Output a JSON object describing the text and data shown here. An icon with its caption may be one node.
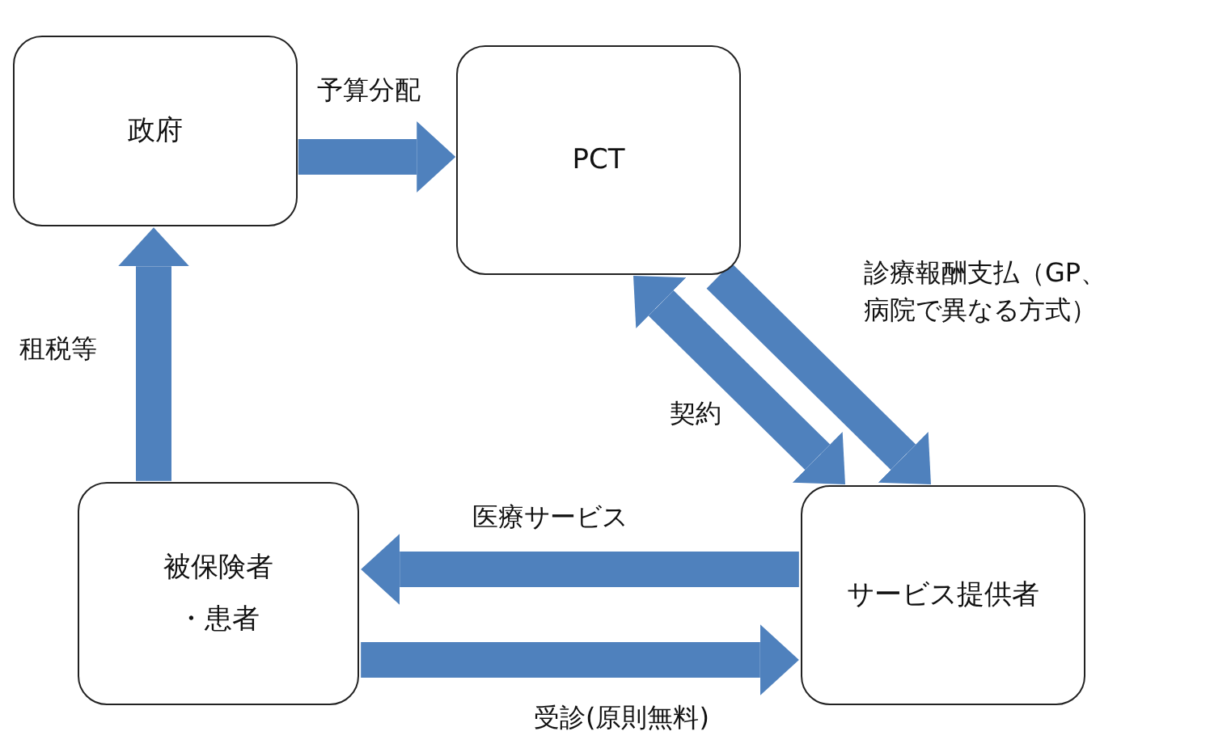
{
  "diagram": {
    "nodes": [
      {
        "text": [
          "政府"
        ]
      },
      {
        "text": [
          "PCT"
        ]
      },
      {
        "text": [
          "被保険者・患者"
        ]
      },
      {
        "text": [
          "サービス提供者"
        ]
      }
    ],
    "edges": [
      {
        "from": 0,
        "to": 1,
        "arrow": "to",
        "label": "予算分配"
      },
      {
        "from": 2,
        "to": 0,
        "arrow": "to",
        "label": "租税等"
      },
      {
        "from": 1,
        "to": 3,
        "arrow": "to",
        "label": "診療報酬支払（GP、病院で異なる方式）"
      },
      {
        "from": 1,
        "to": 3,
        "arrow": "both",
        "label": "契約"
      },
      {
        "from": 3,
        "to": 2,
        "arrow": "to",
        "label": "医療サービス"
      },
      {
        "from": 2,
        "to": 3,
        "arrow": "to",
        "label": "受診(原則無料)"
      }
    ]
  }
}
